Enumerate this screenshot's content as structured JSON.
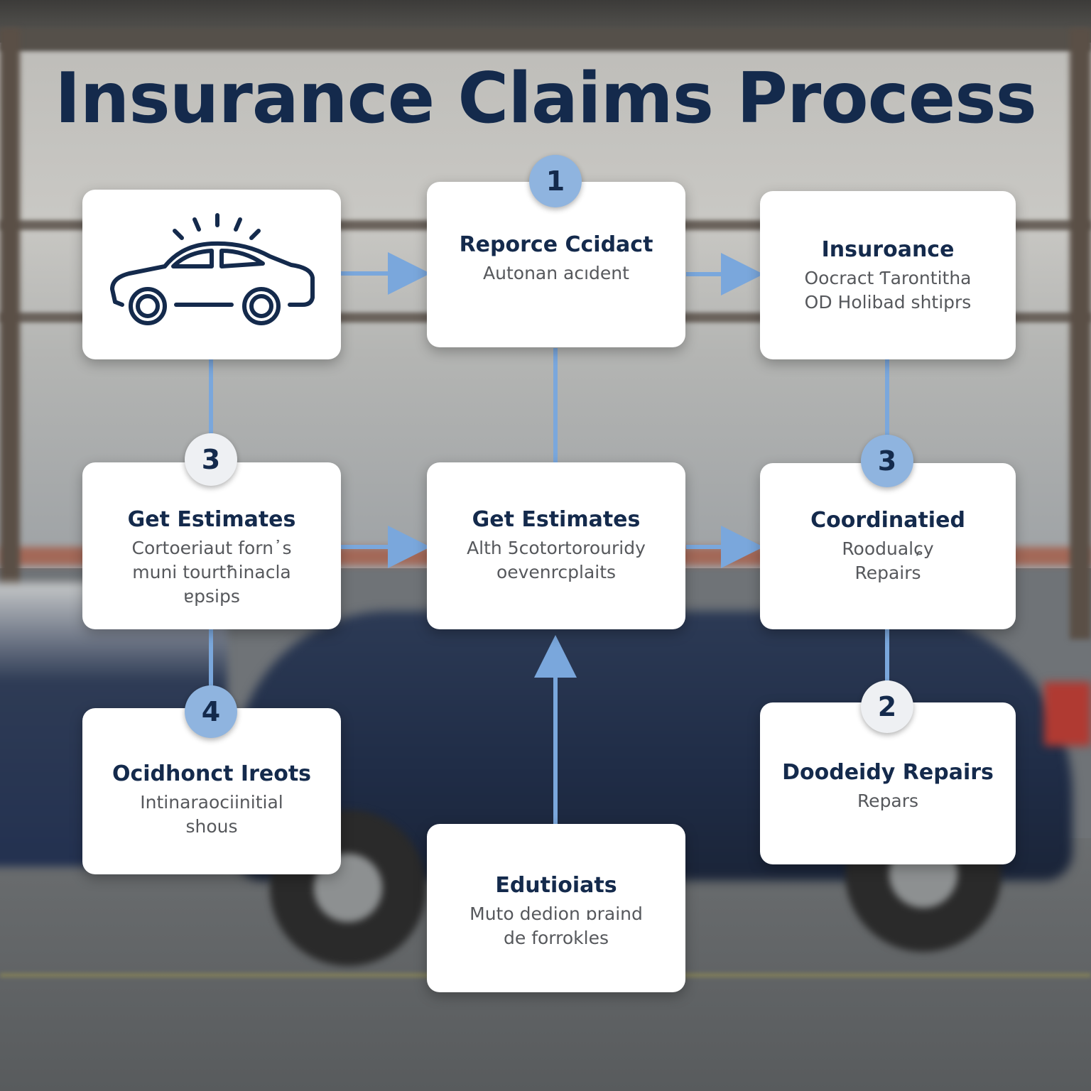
{
  "title": "Insurance Claims Process",
  "colors": {
    "title": "#142a4c",
    "connector": "#7aa7dc",
    "badge_blue": "#8fb4df",
    "badge_light": "#eef0f3",
    "card": "#ffffff"
  },
  "icons": {
    "start_card": "car-accident-icon"
  },
  "cards": [
    {
      "id": "report",
      "title": "Reporce Ccidact",
      "description": [
        "Autonan acıdent"
      ],
      "badge": "1"
    },
    {
      "id": "insurance",
      "title": "Insuroance",
      "description": [
        "Oocract Ƭarontitha",
        "OD Holibad shtiprs"
      ]
    },
    {
      "id": "estimates-left",
      "title": "Get Estimates",
      "description": [
        "Cortoeriaut forn᾽s",
        "muni tourtħinacla",
        "ɐpsips"
      ],
      "badge": "3"
    },
    {
      "id": "estimates-center",
      "title": "Get Estimates",
      "description": [
        "Alth 5cotortorouridy",
        "oevenrcplaits"
      ]
    },
    {
      "id": "coordinated",
      "title": "Coordinatied",
      "description": [
        "Roodualɕy",
        "Repairs"
      ],
      "badge": "3"
    },
    {
      "id": "incident",
      "title": "Ocidhonct Ireots",
      "description": [
        "Intinaraociinitial",
        "shous"
      ],
      "badge": "4"
    },
    {
      "id": "repairs",
      "title": "Doodeidy Repairs",
      "description": [
        "Repars"
      ],
      "badge": "2"
    },
    {
      "id": "edutioiats",
      "title": "Edutioiats",
      "description": [
        "Muto dedion ɒraind",
        "de forrokles"
      ]
    }
  ]
}
